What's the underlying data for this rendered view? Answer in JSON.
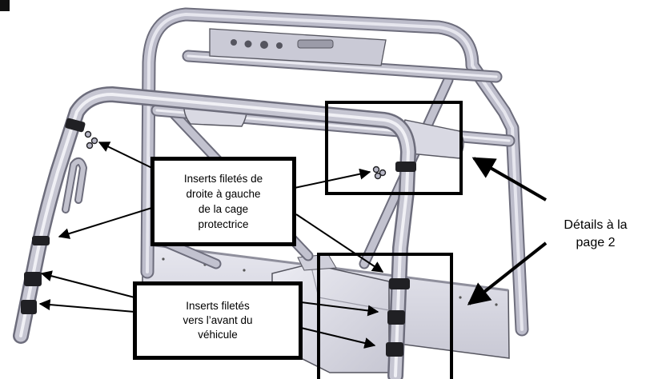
{
  "callouts": {
    "right_left_inserts": {
      "lines": [
        "Inserts filetés de",
        "droite à gauche",
        "de la cage",
        "protectrice"
      ]
    },
    "front_inserts": {
      "lines": [
        "Inserts filetés",
        "vers l’avant du",
        "véhicule"
      ]
    }
  },
  "detail_label": {
    "lines": [
      "Détails à la",
      "page 2"
    ]
  },
  "colors": {
    "tube": "#b9b9c8",
    "tube_light": "#e2e2ea",
    "tube_dark": "#6d6d7c",
    "panel": "#dcdce6",
    "clamp": "#202024",
    "line": "#000000"
  }
}
